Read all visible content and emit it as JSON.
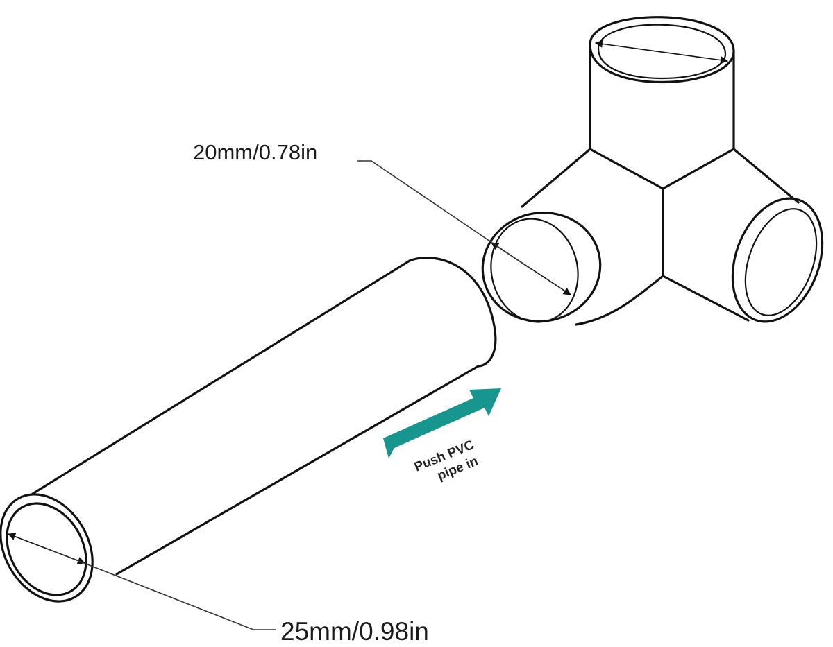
{
  "labels": {
    "fitting_diameter": "20mm/0.78in",
    "pipe_diameter": "25mm/0.98in",
    "push_line1": "Push PVC",
    "push_line2": "pipe in"
  },
  "colors": {
    "arrow": "#17958f",
    "outline": "#111111",
    "background": "#ffffff"
  }
}
